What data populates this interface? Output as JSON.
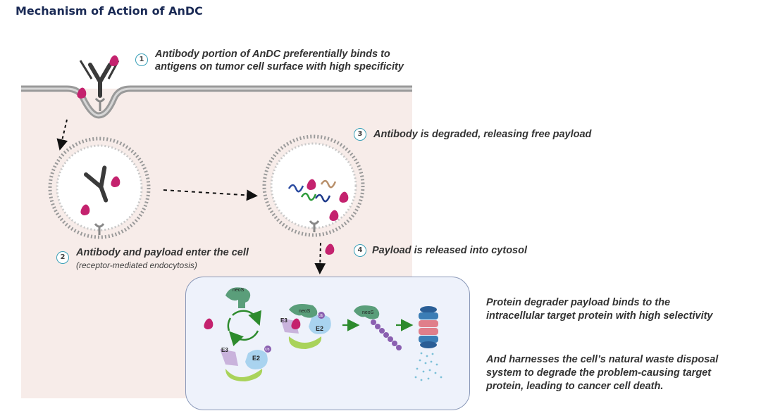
{
  "title": "Mechanism of Action of AnDC",
  "steps": [
    {
      "num": "1",
      "text_line1": "Antibody portion of AnDC preferentially binds to",
      "text_line2": "antigens on tumor cell surface with high specificity"
    },
    {
      "num": "2",
      "text_line1": "Antibody and payload enter the cell",
      "text_line2": "(receptor-mediated endocytosis)"
    },
    {
      "num": "3",
      "text_line1": "Antibody is degraded, releasing free payload"
    },
    {
      "num": "4",
      "text_line1": "Payload is released into cytosol"
    }
  ],
  "labels": {
    "neos": "neoS",
    "e3": "E3",
    "e2": "E2",
    "ub": "Ub"
  },
  "side_text": {
    "para1_line1": "Protein degrader payload binds to the",
    "para1_line2": "intracellular target protein with high selectivity",
    "para2_line1": "And harnesses the cell’s natural waste disposal",
    "para2_line2": "system to degrade the problem-causing target",
    "para2_line3": "protein, leading to cancer cell death."
  },
  "colors": {
    "payload": "#c4226e",
    "antibody": "#3a3a3a",
    "neos": "#5a9e7a",
    "e3": "#c9b3dc",
    "e2": "#a9d3ef",
    "substrate": "#a9d35a",
    "arrow_green": "#2d8b2d",
    "proteasome_blue": "#3b7db5",
    "proteasome_pink": "#e07e8a"
  }
}
